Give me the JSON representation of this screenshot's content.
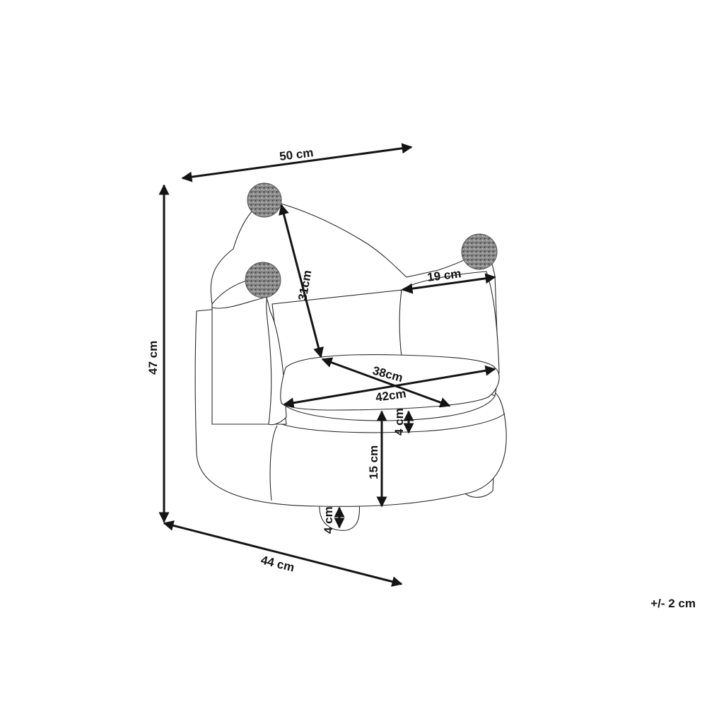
{
  "dimensions": {
    "width_top": "50 cm",
    "height_total": "47 cm",
    "depth_bottom": "44 cm",
    "backrest_diagonal": "31cm",
    "armrest_width": "19 cm",
    "seat_depth": "38cm",
    "seat_width": "42cm",
    "cushion_thickness": "4 cm",
    "seat_height": "15 cm",
    "leg_height": "4 cm"
  },
  "tolerance": "+/- 2 cm",
  "colors": {
    "line": "#2a2a2a",
    "pompom": "#7a7a7a",
    "dimension": "#141414"
  }
}
